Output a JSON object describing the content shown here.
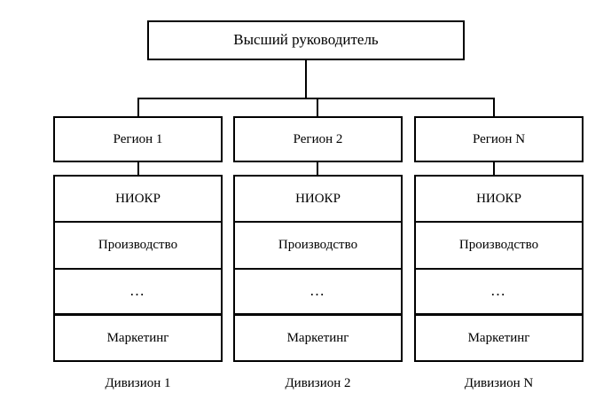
{
  "diagram": {
    "title_box": {
      "label": "Высший руководитель"
    },
    "regions": [
      {
        "label": "Регион 1",
        "caption": "Дивизион 1"
      },
      {
        "label": "Регион 2",
        "caption": "Дивизион 2"
      },
      {
        "label": "Регион N",
        "caption": "Дивизион N"
      }
    ],
    "functions": [
      "НИОКР",
      "Производство",
      "…",
      "Маркетинг"
    ],
    "colors": {
      "stroke": "#000000",
      "fill": "#ffffff",
      "text": "#000000"
    }
  }
}
